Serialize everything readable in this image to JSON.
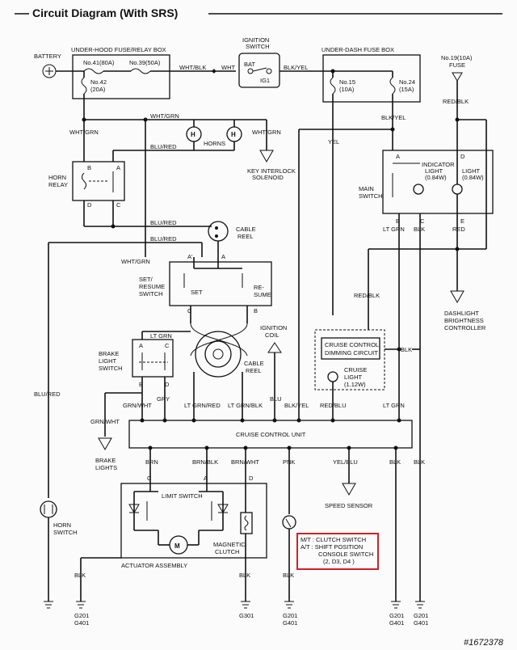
{
  "title": "Circuit Diagram (With SRS)",
  "watermark": "#1672378",
  "fuse_box_hood": "UNDER-HOOD FUSE/RELAY BOX",
  "fuse_box_dash": "UNDER-DASH FUSE BOX",
  "battery": "BATTERY",
  "ignition_switch": [
    "IGNITION",
    "SWITCH"
  ],
  "bat": "BAT",
  "ig1": "IG1",
  "fuse_41": "No.41(80A)",
  "fuse_39": "No.39(50A)",
  "fuse_42": [
    "No.42",
    "(20A)"
  ],
  "fuse_15": [
    "No.15",
    "(10A)"
  ],
  "fuse_24": [
    "No.24",
    "(15A)"
  ],
  "fuse_19": [
    "No.19(10A)",
    "FUSE"
  ],
  "wires": {
    "wht_blk": "WHT/BLK",
    "wht": "WHT",
    "blk_yel": "BLK/YEL",
    "wht_grn": "WHT/GRN",
    "blu_red": "BLU/RED",
    "yel": "YEL",
    "red_blk": "RED/BLK",
    "lt_grn": "LT GRN",
    "blk": "BLK",
    "red": "RED",
    "red_blu": "RED/BLU",
    "grn_wht": "GRN/WHT",
    "gry": "GRY",
    "lt_grn_red": "LT GRN/RED",
    "lt_grn_blk": "LT GRN/BLK",
    "blu": "BLU",
    "brn": "BRN",
    "brn_blk": "BRN/BLK",
    "brn_wht": "BRN/WHT",
    "pnk": "PNK",
    "yel_blu": "YEL/BLU"
  },
  "horns": "HORNS",
  "horn_h": "H",
  "key_interlock": [
    "KEY INTERLOCK",
    "SOLENOID"
  ],
  "horn_relay": [
    "HORN",
    "RELAY"
  ],
  "cable_reel": [
    "CABLE",
    "REEL"
  ],
  "set_resume_switch": [
    "SET/",
    "RESUME",
    "SWITCH"
  ],
  "set": "SET",
  "resume": [
    "RE-",
    "SUME"
  ],
  "ignition_coil": [
    "IGNITION",
    "COIL"
  ],
  "brake_light_switch": [
    "BRAKE",
    "LIGHT",
    "SWITCH"
  ],
  "main_switch": [
    "MAIN",
    "SWITCH"
  ],
  "indicator_light": [
    "INDICATOR",
    "LIGHT",
    "(0.84W)"
  ],
  "light": [
    "LIGHT",
    "(0.84W)"
  ],
  "dashlight": [
    "DASHLIGHT",
    "BRIGHTNESS",
    "CONTROLLER"
  ],
  "dimming_circuit": [
    "CRUISE CONTROL",
    "DIMMING CIRCUIT"
  ],
  "cruise_light": [
    "CRUISE",
    "LIGHT",
    "(1.12W)"
  ],
  "control_unit": "CRUISE CONTROL UNIT",
  "brake_lights": [
    "BRAKE",
    "LIGHTS"
  ],
  "speed_sensor": "SPEED SENSOR",
  "limit_switch": "LIMIT SWITCH",
  "actuator_assembly": "ACTUATOR ASSEMBLY",
  "magnetic_clutch": [
    "MAGNETIC",
    "CLUTCH"
  ],
  "motor": "M",
  "horn_switch": [
    "HORN",
    "SWITCH"
  ],
  "clutch_note": [
    "M/T  : CLUTCH SWITCH",
    "A/T  : SHIFT POSITION",
    "CONSOLE SWITCH",
    "(2, D3, D4 )"
  ],
  "grounds": {
    "g201_g401": [
      "G201",
      "G401"
    ],
    "g301": "G301"
  },
  "terminals": {
    "a": "A",
    "b": "B",
    "c": "C",
    "d": "D",
    "e": "E",
    "a_prime": "A'"
  }
}
